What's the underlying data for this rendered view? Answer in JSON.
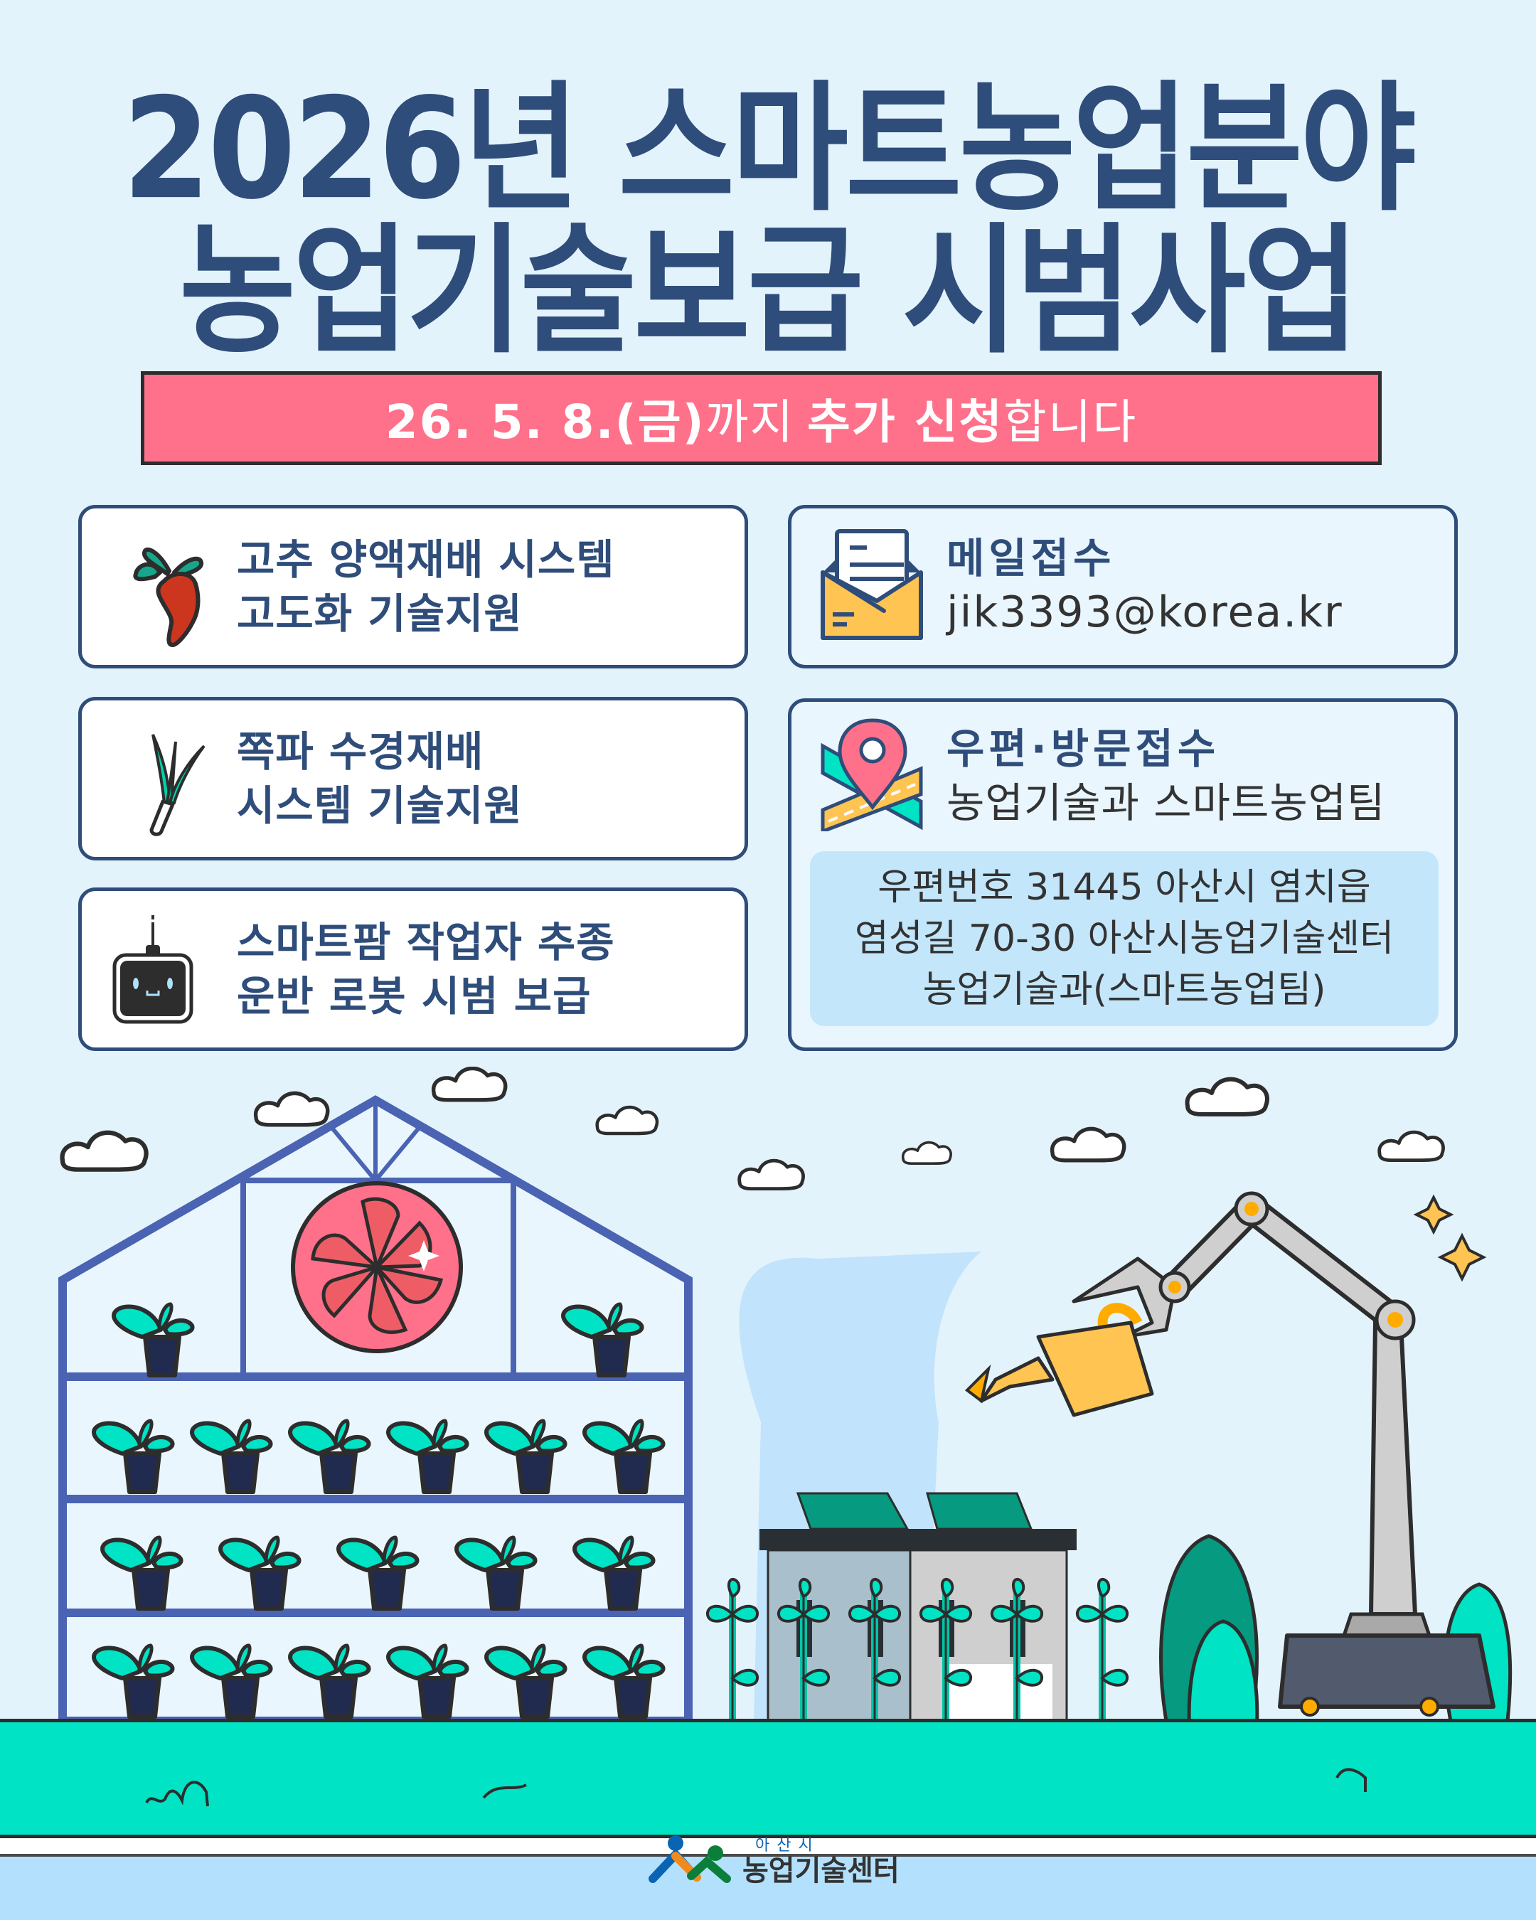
{
  "title": {
    "line1": "2026년 스마트농업분야",
    "line2": "농업기술보급 시범사업"
  },
  "banner": {
    "date": "26. 5. 8.(금)",
    "until": "까지",
    "emphasis": "추가 신청",
    "suffix": "합니다",
    "background_color": "#ff718a"
  },
  "programs": [
    {
      "icon": "chili-pepper-icon",
      "line1": "고추 양액재배 시스템",
      "line2": "고도화 기술지원"
    },
    {
      "icon": "green-onion-icon",
      "line1": "쪽파 수경재배",
      "line2": "시스템 기술지원"
    },
    {
      "icon": "robot-icon",
      "line1": "스마트팜 작업자 추종",
      "line2": "운반 로봇 시범 보급"
    }
  ],
  "email_application": {
    "icon": "envelope-icon",
    "heading": "메일접수",
    "email": "jik3393@korea.kr"
  },
  "visit_application": {
    "icon": "map-pin-icon",
    "heading": "우편·방문접수",
    "department": "농업기술과 스마트농업팀",
    "address": {
      "line1": "우편번호 31445 아산시 염치읍",
      "line2": "염성길 70-30 아산시농업기술센터",
      "line3": "농업기술과(스마트농업팀)"
    }
  },
  "footer": {
    "org_small": "아산시",
    "org_big": "농업기술센터"
  },
  "colors": {
    "background": "#e3f3fc",
    "title_navy": "#2f4d7a",
    "banner_pink": "#ff718a",
    "ground_teal": "#00e3c5",
    "greenhouse_frame": "#4a63b2",
    "footer_band": "#b3e1fd"
  }
}
